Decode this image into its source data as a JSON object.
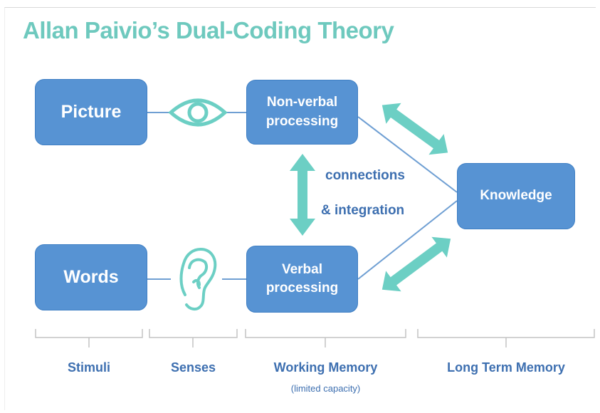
{
  "title": "Allan Paivio’s Dual-Coding Theory",
  "colors": {
    "title": "#6ec9be",
    "box_fill": "#5793d3",
    "teal": "#6ccfc4",
    "line": "#6f9fd3",
    "text_blue": "#3d6fb0",
    "bracket": "#c4c4c4"
  },
  "boxes": {
    "picture": "Picture",
    "words": "Words",
    "nonverbal_line1": "Non-verbal",
    "nonverbal_line2": "processing",
    "verbal_line1": "Verbal",
    "verbal_line2": "processing",
    "knowledge": "Knowledge"
  },
  "connections": {
    "line1": "connections",
    "line2": "& integration"
  },
  "icons": {
    "eye": "eye-icon",
    "ear": "ear-icon"
  },
  "columns": {
    "stimuli": "Stimuli",
    "senses": "Senses",
    "working_memory": "Working Memory",
    "working_memory_note": "(limited capacity)",
    "long_term_memory": "Long Term Memory"
  }
}
